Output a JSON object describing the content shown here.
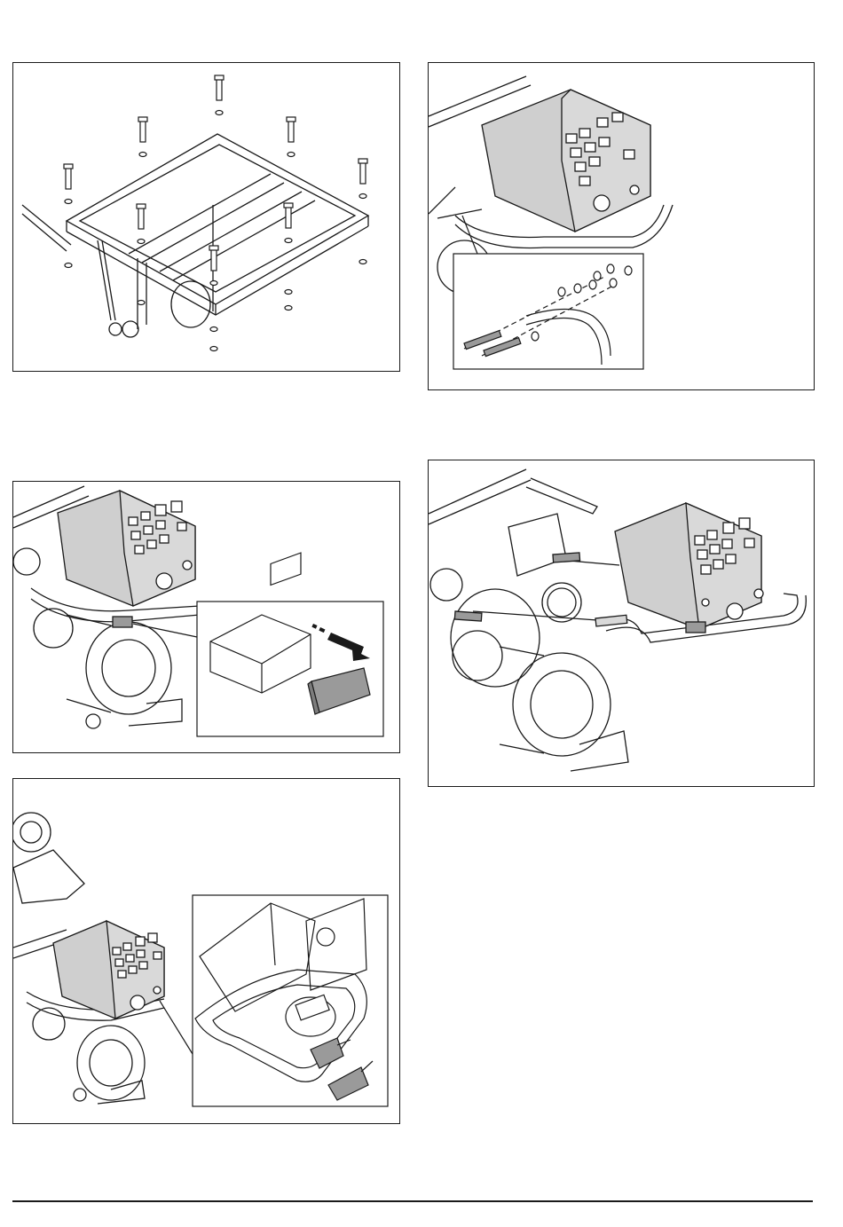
{
  "page": {
    "figures": [
      {
        "id": "fig-frame-bolts",
        "subject": "frame-mounting-bolts"
      },
      {
        "id": "fig-handle-mounting",
        "subject": "handle-bolt-assembly"
      },
      {
        "id": "fig-connector-removal",
        "subject": "connector-cover-removal"
      },
      {
        "id": "fig-control-box-rails",
        "subject": "control-box-on-rails"
      },
      {
        "id": "fig-plug-connection",
        "subject": "plug-connection-detail"
      }
    ]
  },
  "colors": {
    "line": "#1a1a1a",
    "box_fill": "#cfcfcf",
    "box_dark": "#9a9a9a",
    "paper": "#ffffff"
  }
}
